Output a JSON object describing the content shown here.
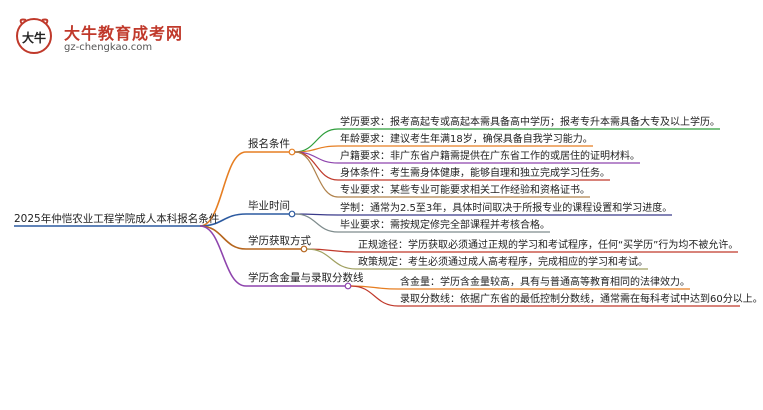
{
  "logo": {
    "glyph": "大牛",
    "title": "大牛教育成考网",
    "url": "gz-chengkao.com"
  },
  "root": "2025年仲恺农业工程学院成人本科报名条件",
  "branches": [
    {
      "label": "报名条件",
      "color": "#e67e22",
      "leaves": [
        {
          "text": "学历要求：报考高起专或高起本需具备高中学历；报考专升本需具备大专及以上学历。",
          "color": "#2e9e3b"
        },
        {
          "text": "年龄要求：建议考生年满18岁，确保具备自我学习能力。",
          "color": "#e67e22"
        },
        {
          "text": "户籍要求：非广东省户籍需提供在广东省工作的或居住的证明材料。",
          "color": "#8e44ad"
        },
        {
          "text": "身体条件：考生需身体健康，能够自理和独立完成学习任务。",
          "color": "#c0392b"
        },
        {
          "text": "专业要求：某些专业可能要求相关工作经验和资格证书。",
          "color": "#b0824c"
        }
      ]
    },
    {
      "label": "毕业时间",
      "color": "#2c5aa0",
      "leaves": [
        {
          "text": "学制：通常为2.5至3年，具体时间取决于所报专业的课程设置和学习进度。",
          "color": "#3a3a8a"
        },
        {
          "text": "毕业要求：需按规定修完全部课程并考核合格。",
          "color": "#7f8c8d"
        }
      ]
    },
    {
      "label": "学历获取方式",
      "color": "#b5651d",
      "leaves": [
        {
          "text": "正规途径：学历获取必须通过正规的学习和考试程序，任何“买学历”行为均不被允许。",
          "color": "#c0392b"
        },
        {
          "text": "政策规定：考生必须通过成人高考程序，完成相应的学习和考试。",
          "color": "#a0a060"
        }
      ]
    },
    {
      "label": "学历含金量与录取分数线",
      "color": "#8e44ad",
      "leaves": [
        {
          "text": "含金量：学历含金量较高，具有与普通高等教育相同的法律效力。",
          "color": "#e67e22"
        },
        {
          "text": "录取分数线：依据广东省的最低控制分数线，通常需在每科考试中达到60分以上。",
          "color": "#c0392b"
        }
      ]
    }
  ]
}
